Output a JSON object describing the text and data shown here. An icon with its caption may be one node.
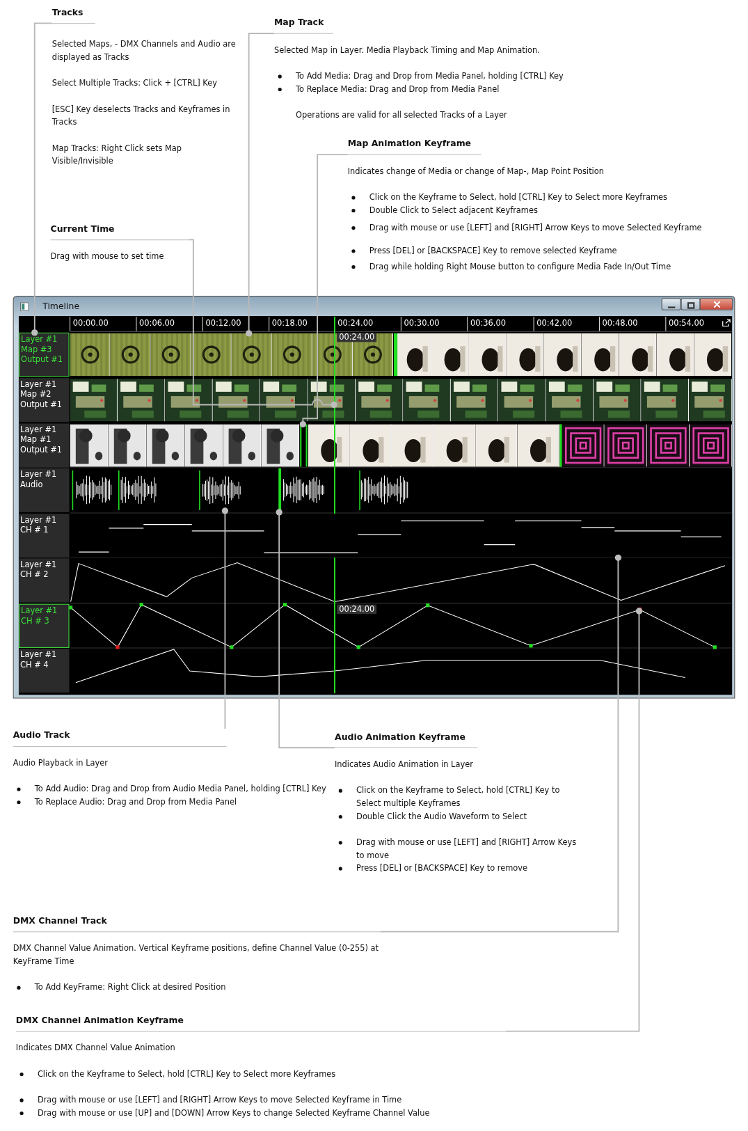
{
  "diagram": {
    "nodes": [
      {
        "text": [
          "Tracks",
          "Selected Maps, - DMX Channels and Audio are displayed as Tracks",
          "Select Multiple Tracks: Click + [CTRL] Key",
          "[ESC] Key deselects Tracks and Keyframes in Tracks",
          "Map Tracks: Right Click sets Map Visible/Invisible"
        ]
      },
      {
        "text": [
          "Map Track",
          "Selected Map in Layer. Media Playback Timing and Map Animation.",
          "To Add Media: Drag and Drop from Media Panel, holding [CTRL] Key",
          "To Replace Media: Drag and Drop from Media Panel",
          "Operations are valid for all selected Tracks of a Layer"
        ]
      },
      {
        "text": [
          "Map Animation Keyframe",
          "Indicates change of Media or change of Map-, Map Point Position",
          "Click on the Keyframe to Select, hold [CTRL] Key to Select more Keyframes",
          "Double Click to Select adjacent Keyframes",
          "Drag with mouse or use [LEFT] and [RIGHT] Arrow Keys to move Selected Keyframe",
          "Press [DEL] or [BACKSPACE] Key to remove selected Keyframe",
          "Drag while holding Right Mouse button to configure Media Fade In/Out Time"
        ]
      },
      {
        "text": [
          "Current Time",
          "Drag with mouse to set time"
        ]
      },
      {
        "text": [
          "Timeline"
        ]
      },
      {
        "text": [
          "Layer #1 Map #3 Output #1"
        ],
        "in": 4
      },
      {
        "text": [
          "Layer #1 Map #2 Output #1"
        ],
        "in": 4
      },
      {
        "text": [
          "Layer #1 Map #1 Output #1"
        ],
        "in": 4
      },
      {
        "text": [
          "Layer #1 Audio"
        ],
        "in": 4
      },
      {
        "text": [
          "Layer #1 CH # 1"
        ],
        "in": 4
      },
      {
        "text": [
          "Layer #1 CH # 2"
        ],
        "in": 4
      },
      {
        "text": [
          "Layer #1 CH # 3"
        ],
        "in": 4
      },
      {
        "text": [
          "Layer #1 CH # 4"
        ],
        "in": 4
      },
      {
        "text": [],
        "shape": "picture",
        "in": 4
      },
      {
        "text": [],
        "shape": "line",
        "in": 4,
        "beside": [
          "00:24.00",
          "00:24.00"
        ]
      },
      {
        "text": [],
        "shape": "line",
        "in": 4
      },
      {
        "text": [],
        "shape": "picture",
        "in": 4
      },
      {
        "text": [],
        "shape": "line",
        "in": 4
      },
      {
        "text": [],
        "shape": "bar",
        "in": 4
      },
      {
        "text": [],
        "shape": "box",
        "in": 4
      },
      {
        "text": [
          "Audio Track",
          "Audio Playback in Layer",
          "To Add Audio: Drag and Drop from Audio Media Panel, holding [CTRL] Key",
          "To Replace Audio: Drag and Drop from Media Panel"
        ]
      },
      {
        "text": [
          "Audio Animation Keyframe",
          "Indicates Audio Animation in Layer",
          "Click on the Keyframe to Select, hold [CTRL] Key to Select multiple Keyframes",
          "Double Click the Audio Waveform to Select",
          "Drag with mouse or use [LEFT] and [RIGHT] Arrow Keys to move",
          "Press [DEL] or [BACKSPACE] Key to remove"
        ]
      },
      {
        "text": [
          "DMX Channel Track",
          "DMX Channel Value Animation. Vertical Keyframe positions, define Channel Value (0-255) at KeyFrame Time",
          "To Add KeyFrame: Right Click at desired Position"
        ]
      },
      {
        "text": [
          "DMX Channel Animation Keyframe",
          "Indicates DMX Channel Value Animation",
          "Click on the Keyframe to Select, hold [CTRL] Key to Select more Keyframes",
          "Drag with mouse or use [LEFT] and [RIGHT] Arrow Keys to move Selected Keyframe in Time",
          "Drag with mouse or use [UP] and [DOWN] Arrow Keys to change Selected Keyframe Channel Value"
        ]
      }
    ],
    "edges": [
      {
        "from": 0,
        "to": 5,
        "arrow": "other"
      },
      {
        "from": 1,
        "to": 13,
        "arrow": "other"
      },
      {
        "from": 2,
        "to": 15,
        "arrow": "other"
      },
      {
        "from": 3,
        "to": 14,
        "arrow": "other"
      },
      {
        "from": 20,
        "to": 16,
        "arrow": "other"
      },
      {
        "from": 21,
        "to": 17,
        "arrow": "other"
      },
      {
        "from": 22,
        "to": 18,
        "arrow": "other"
      },
      {
        "from": 23,
        "to": 19,
        "arrow": "other"
      }
    ],
    "labels": [
      "00:00.00",
      "00:06.00",
      "00:12.00",
      "00:18.00",
      "00:24.00",
      "00:30.00",
      "00:36.00",
      "00:42.00",
      "00:48.00",
      "00:54.00"
    ]
  }
}
